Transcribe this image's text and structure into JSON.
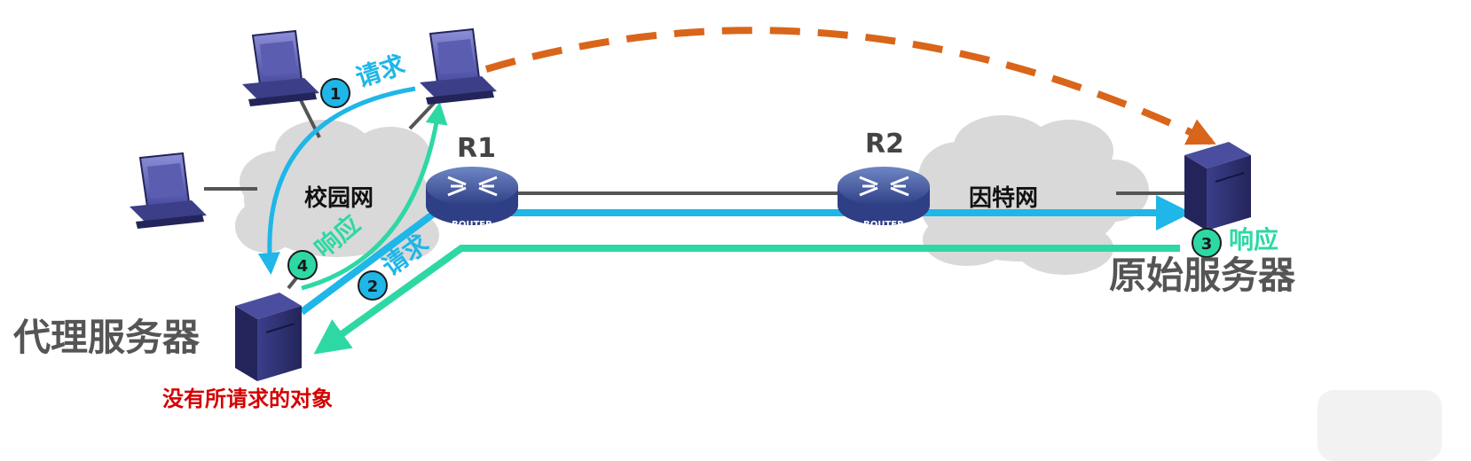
{
  "labels": {
    "campus_net": "校园网",
    "internet": "因特网",
    "router1": "R1",
    "router2": "R2",
    "router_text": "ROUTER",
    "proxy_server": "代理服务器",
    "origin_server": "原始服务器",
    "no_object_note": "没有所请求的对象"
  },
  "steps": [
    {
      "num": "1",
      "label": "请求"
    },
    {
      "num": "2",
      "label": "请求"
    },
    {
      "num": "3",
      "label": "响应"
    },
    {
      "num": "4",
      "label": "响应"
    }
  ],
  "colors": {
    "request": "#1fb6e8",
    "response": "#2ed8a4",
    "direct": "#d9651a",
    "note": "#d40000",
    "server": "#2d2f6e",
    "cloud": "#d9d9d9",
    "line": "#555555"
  },
  "icons": [
    "pc-icon",
    "server-icon",
    "router-icon",
    "cloud-icon"
  ]
}
